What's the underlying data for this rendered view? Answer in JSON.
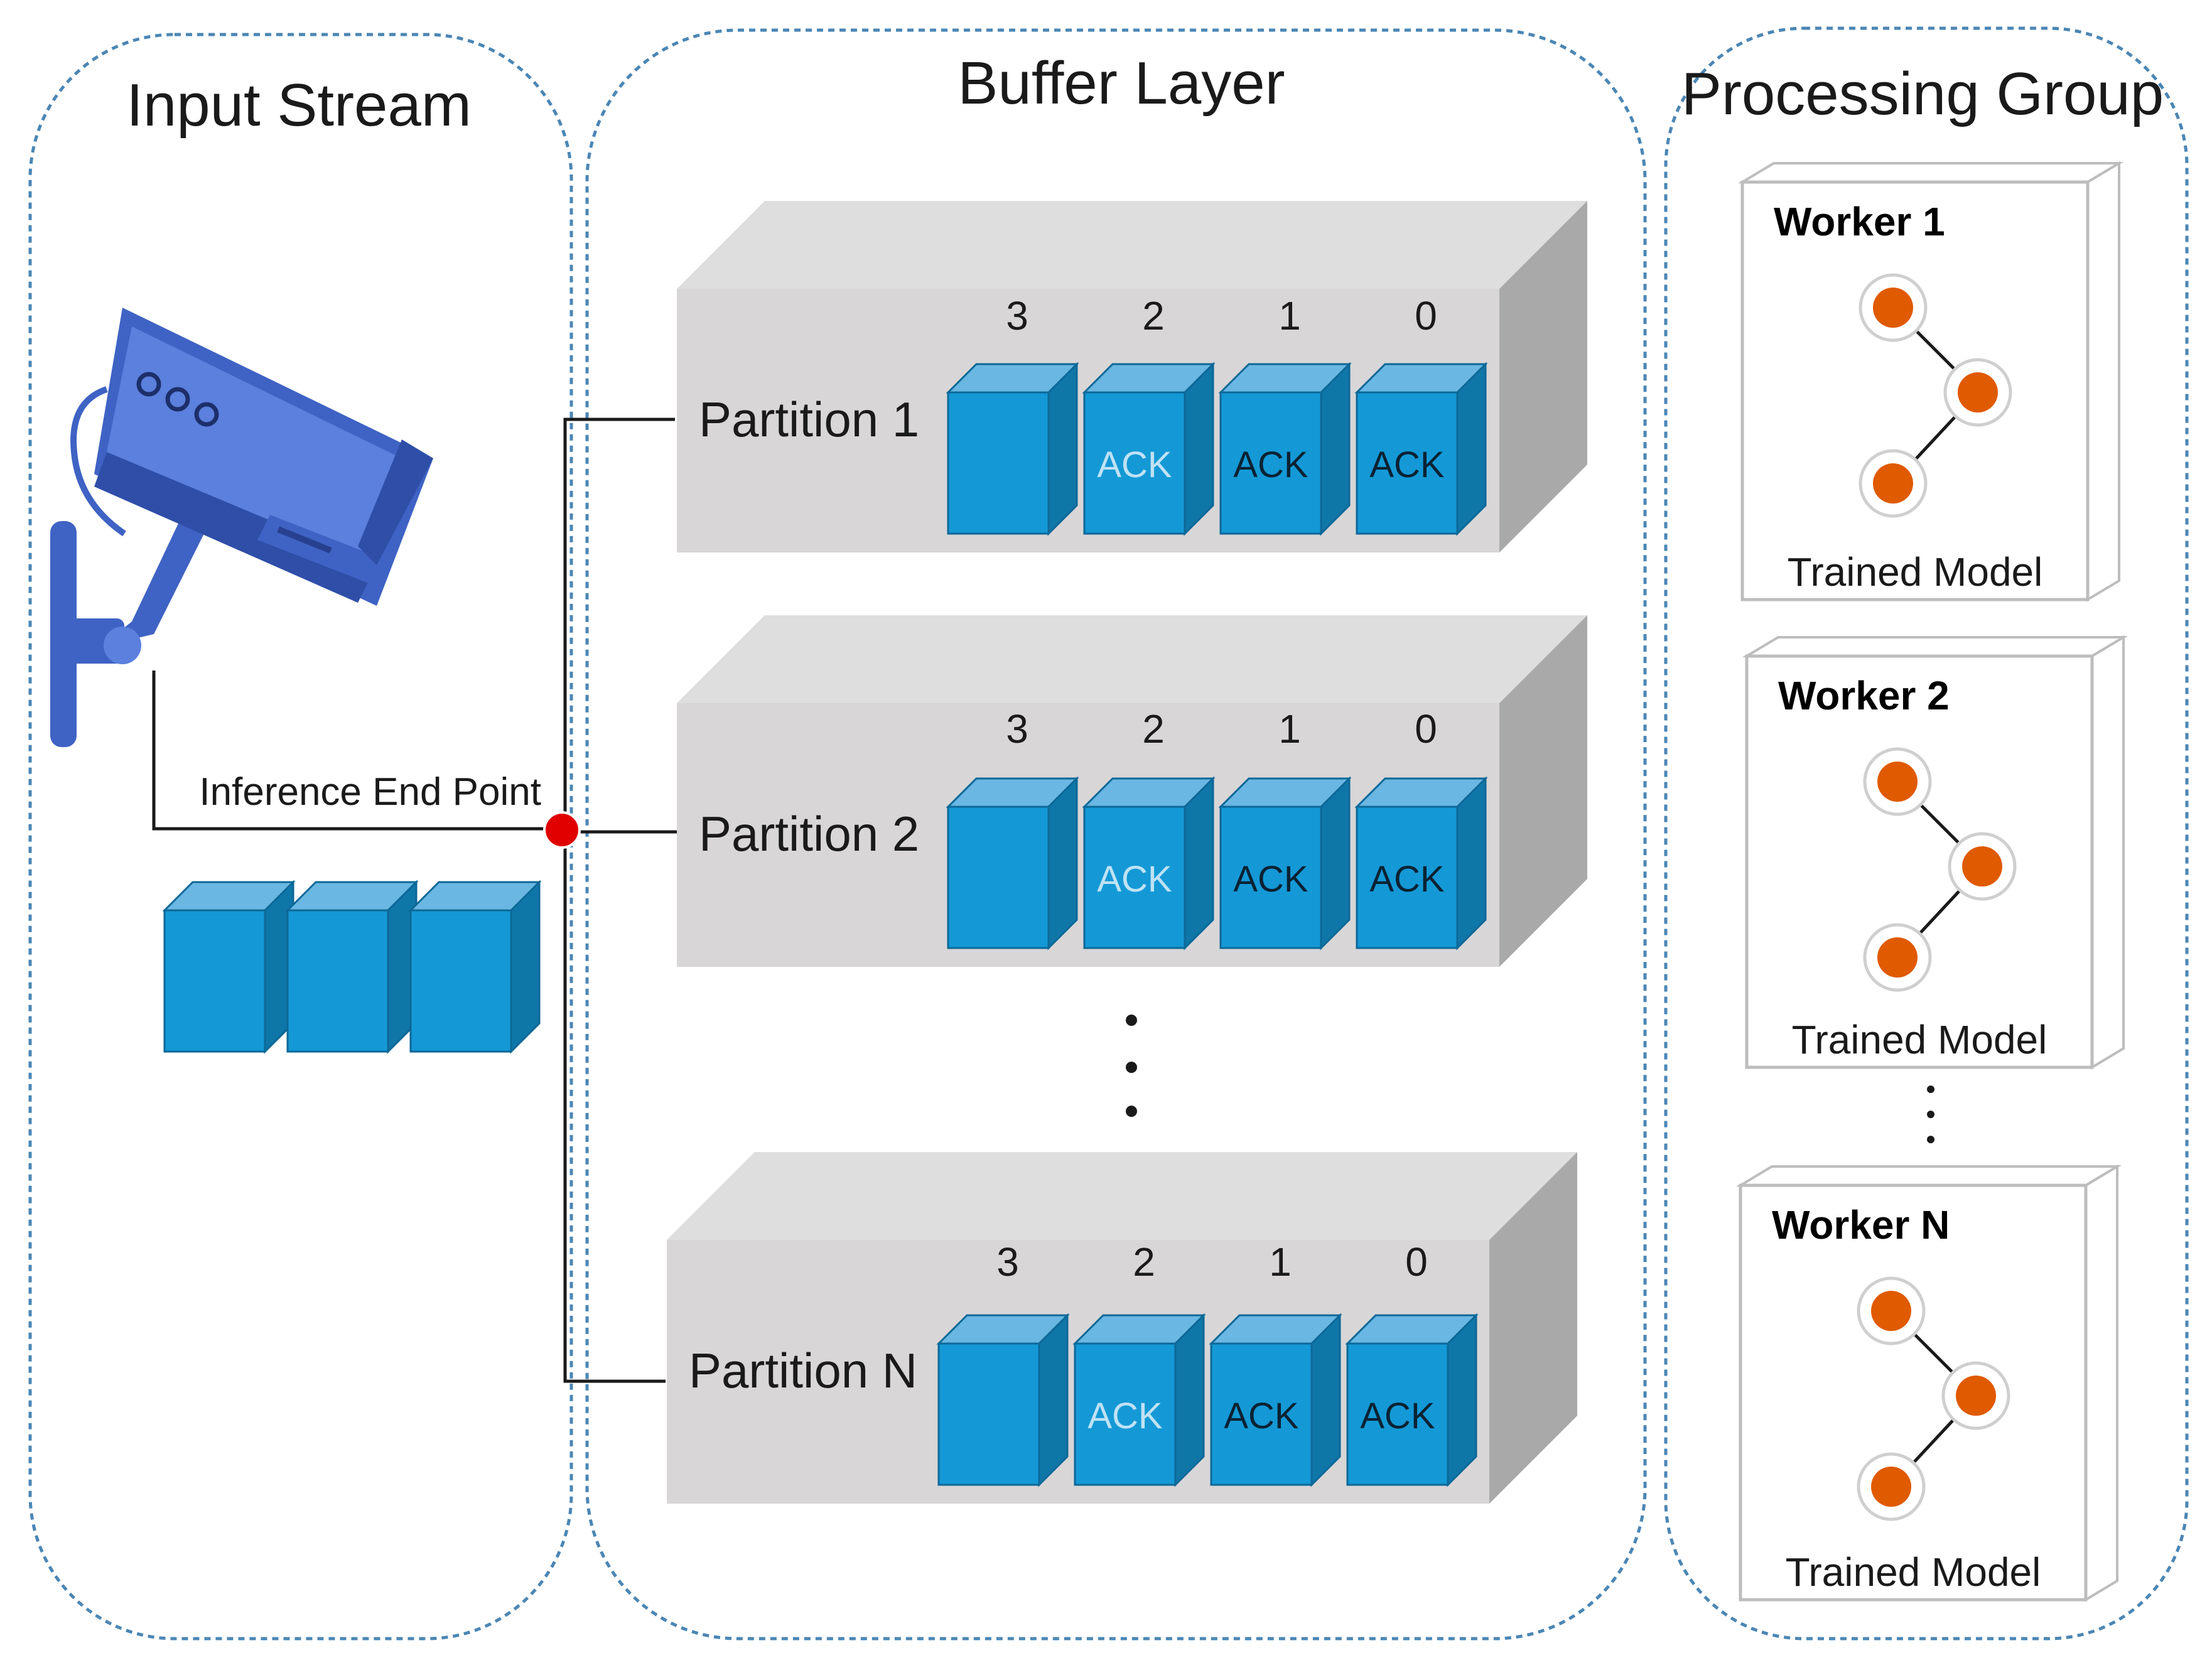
{
  "sections": {
    "input": {
      "title": "Input Stream",
      "endpoint_label": "Inference End Point"
    },
    "buffer": {
      "title": "Buffer Layer"
    },
    "processing": {
      "title": "Processing Group"
    }
  },
  "partitions": [
    {
      "label": "Partition 1",
      "slots": [
        {
          "index": "3",
          "ack": ""
        },
        {
          "index": "2",
          "ack": "ACK"
        },
        {
          "index": "1",
          "ack": "ACK"
        },
        {
          "index": "0",
          "ack": "ACK"
        }
      ]
    },
    {
      "label": "Partition 2",
      "slots": [
        {
          "index": "3",
          "ack": ""
        },
        {
          "index": "2",
          "ack": "ACK"
        },
        {
          "index": "1",
          "ack": "ACK"
        },
        {
          "index": "0",
          "ack": "ACK"
        }
      ]
    },
    {
      "label": "Partition N",
      "slots": [
        {
          "index": "3",
          "ack": ""
        },
        {
          "index": "2",
          "ack": "ACK"
        },
        {
          "index": "1",
          "ack": "ACK"
        },
        {
          "index": "0",
          "ack": "ACK"
        }
      ]
    }
  ],
  "workers": [
    {
      "title": "Worker 1",
      "model_label": "Trained Model"
    },
    {
      "title": "Worker 2",
      "model_label": "Trained Model"
    },
    {
      "title": "Worker N",
      "model_label": "Trained Model"
    }
  ],
  "colors": {
    "cube_front": "#1499d6",
    "cube_top": "#6ab7e3",
    "cube_side": "#0f76a8",
    "slab_front": "#d8d6d7",
    "slab_top": "#dedede",
    "slab_side": "#a9a9a9",
    "endpoint_dot": "#e00000",
    "node_fill": "#e05a00",
    "camera_blue": "#3f63c4",
    "section_border": "#4b86b4"
  }
}
